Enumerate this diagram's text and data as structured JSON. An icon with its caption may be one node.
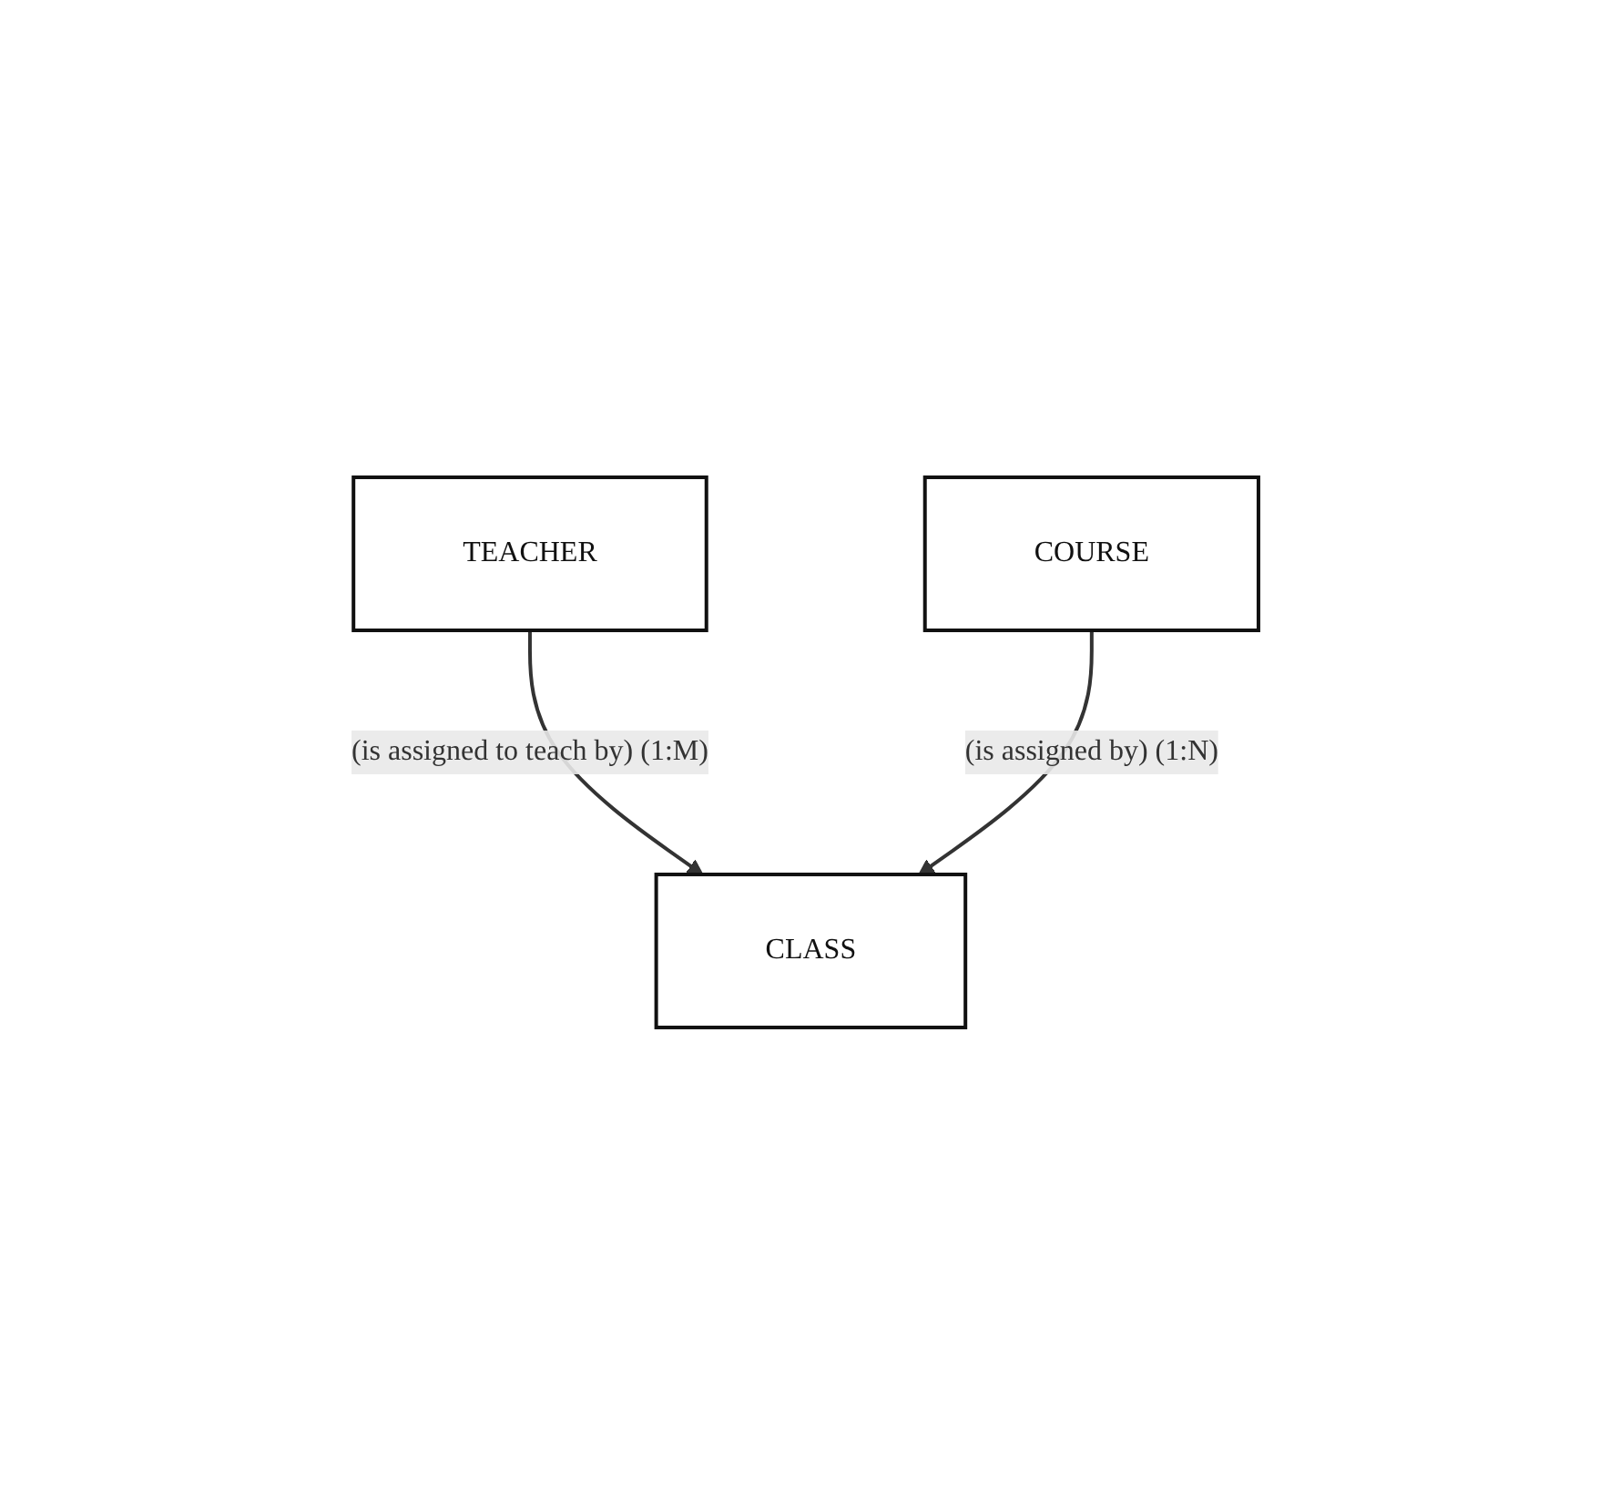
{
  "diagram": {
    "nodes": [
      {
        "text": [
          "TEACHER"
        ]
      },
      {
        "text": [
          "COURSE"
        ]
      },
      {
        "text": [
          "CLASS"
        ]
      }
    ],
    "edges": [
      {
        "from": 0,
        "to": 2,
        "arrow": "to",
        "label": "(is assigned to teach by) (1:M)"
      },
      {
        "from": 1,
        "to": 2,
        "arrow": "to",
        "label": "(is assigned by) (1:N)"
      }
    ]
  }
}
